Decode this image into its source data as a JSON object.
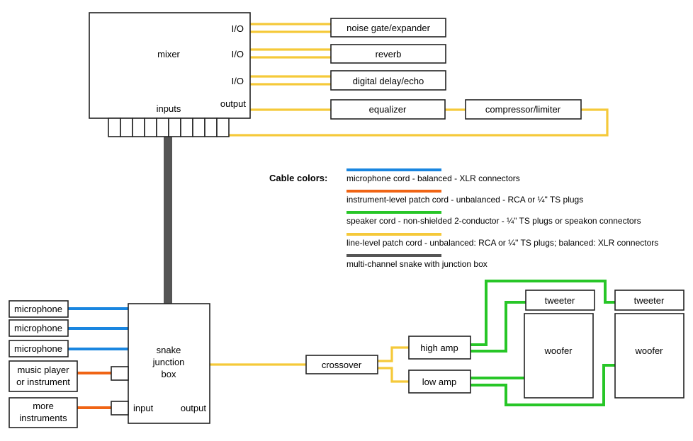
{
  "colors": {
    "microphone": "#1a86e0",
    "instrument": "#f06414",
    "speaker": "#27c627",
    "line": "#f5c93a",
    "snake": "#555555"
  },
  "mixer": {
    "label": "mixer",
    "io_labels": [
      "I/O",
      "I/O",
      "I/O"
    ],
    "output_label": "output",
    "inputs_label": "inputs"
  },
  "effects": {
    "noise_gate": "noise gate/expander",
    "reverb": "reverb",
    "delay": "digital delay/echo",
    "equalizer": "equalizer",
    "compressor": "compressor/limiter"
  },
  "legend": {
    "title": "Cable colors:",
    "items": [
      {
        "color_key": "microphone",
        "text": "microphone cord - balanced - XLR connectors"
      },
      {
        "color_key": "instrument",
        "text": "instrument-level patch cord - unbalanced - RCA or ¼\" TS plugs"
      },
      {
        "color_key": "speaker",
        "text": "speaker cord - non-shielded 2-conductor - ¼\" TS plugs or speakon connectors"
      },
      {
        "color_key": "line",
        "text": "line-level patch cord - unbalanced: RCA or ¼\" TS plugs; balanced: XLR connectors"
      },
      {
        "color_key": "snake",
        "text": "multi-channel snake with junction box"
      }
    ]
  },
  "sources": {
    "mic1": "microphone",
    "mic2": "microphone",
    "mic3": "microphone",
    "music_player_line1": "music player",
    "music_player_line2": "or instrument",
    "more_line1": "more",
    "more_line2": "instruments"
  },
  "junction": {
    "line1": "snake",
    "line2": "junction",
    "line3": "box",
    "input_label": "input",
    "output_label": "output"
  },
  "processing": {
    "crossover": "crossover",
    "high_amp": "high amp",
    "low_amp": "low amp"
  },
  "speakers": {
    "tweeter1": "tweeter",
    "tweeter2": "tweeter",
    "woofer1": "woofer",
    "woofer2": "woofer"
  }
}
